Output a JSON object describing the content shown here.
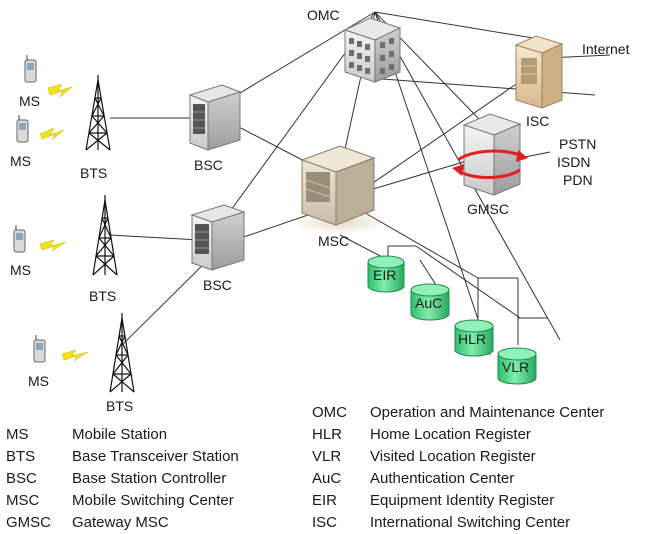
{
  "labels": {
    "omc": "OMC",
    "internet": "Internet",
    "isc": "ISC",
    "pstn": "PSTN",
    "isdn": "ISDN",
    "pdn": "PDN",
    "gmsc": "GMSC",
    "msc": "MSC",
    "bsc_top": "BSC",
    "bsc_bottom": "BSC",
    "bts_1": "BTS",
    "bts_2": "BTS",
    "bts_3": "BTS",
    "ms_1": "MS",
    "ms_2": "MS",
    "ms_3": "MS",
    "ms_4": "MS",
    "eir": "EIR",
    "auc": "AuC",
    "hlr": "HLR",
    "vlr": "VLR"
  },
  "legend_left": [
    {
      "abbr": "MS",
      "full": "Mobile Station"
    },
    {
      "abbr": "BTS",
      "full": "Base Transceiver Station"
    },
    {
      "abbr": "BSC",
      "full": "Base Station Controller"
    },
    {
      "abbr": "MSC",
      "full": "Mobile Switching Center"
    },
    {
      "abbr": "GMSC",
      "full": "Gateway MSC"
    }
  ],
  "legend_right": [
    {
      "abbr": "OMC",
      "full": "Operation and Maintenance Center"
    },
    {
      "abbr": "HLR",
      "full": "Home Location Register"
    },
    {
      "abbr": "VLR",
      "full": "Visited Location Register"
    },
    {
      "abbr": "AuC",
      "full": "Authentication Center"
    },
    {
      "abbr": "EIR",
      "full": "Equipment Identity Register"
    },
    {
      "abbr": "ISC",
      "full": "International Switching Center"
    }
  ],
  "colors": {
    "db_green": "#4fd88a",
    "lightning": "#f2e21a",
    "gmsc_arrow": "#e02020",
    "isc_body": "#e8d2ad"
  }
}
